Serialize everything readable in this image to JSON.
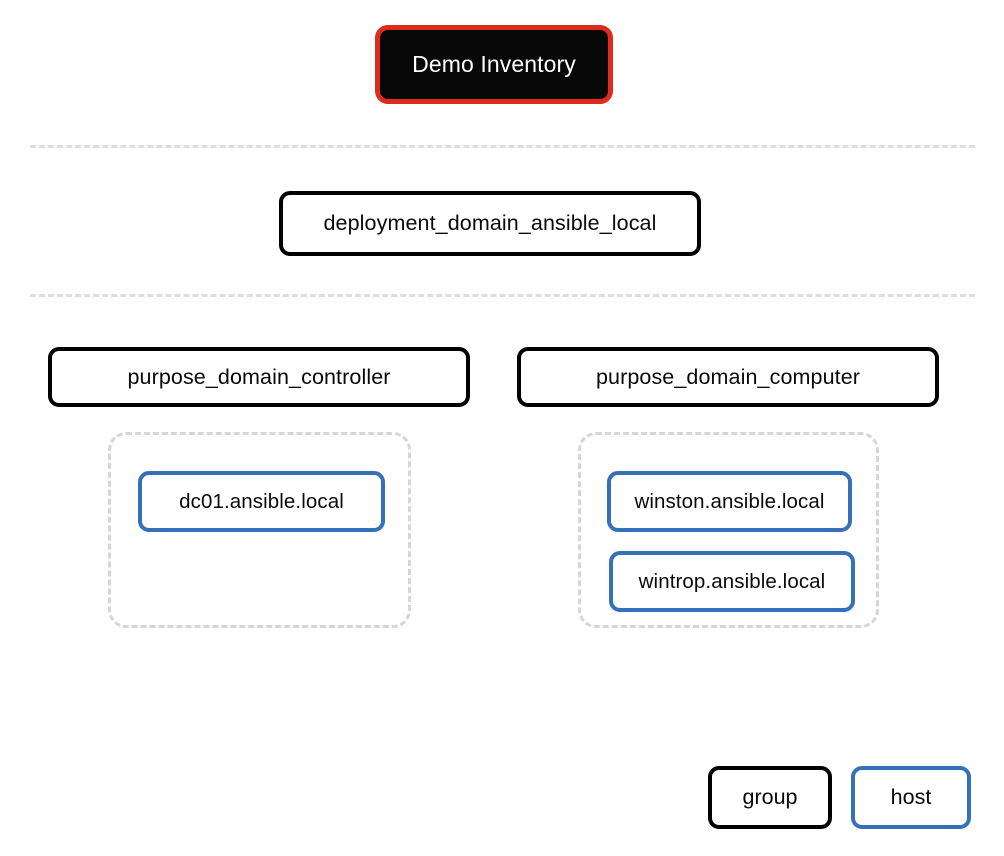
{
  "diagram": {
    "type": "tree",
    "title": "Demo Inventory",
    "colors": {
      "root_border": "#dd2c1c",
      "root_fill": "#080808",
      "root_text": "#ffffff",
      "group_border": "#000000",
      "host_border": "#3570b8",
      "cluster_border": "#d6d6d6",
      "separator": "#dedede",
      "background": "#ffffff"
    },
    "root": {
      "label": "Demo Inventory"
    },
    "level1": [
      {
        "label": "deployment_domain_ansible_local"
      }
    ],
    "level2": [
      {
        "label": "purpose_domain_controller",
        "hosts": [
          {
            "label": "dc01.ansible.local"
          }
        ]
      },
      {
        "label": "purpose_domain_computer",
        "hosts": [
          {
            "label": "winston.ansible.local"
          },
          {
            "label": "wintrop.ansible.local"
          }
        ]
      }
    ],
    "legend": [
      {
        "label": "group",
        "kind": "group"
      },
      {
        "label": "host",
        "kind": "host"
      }
    ]
  }
}
